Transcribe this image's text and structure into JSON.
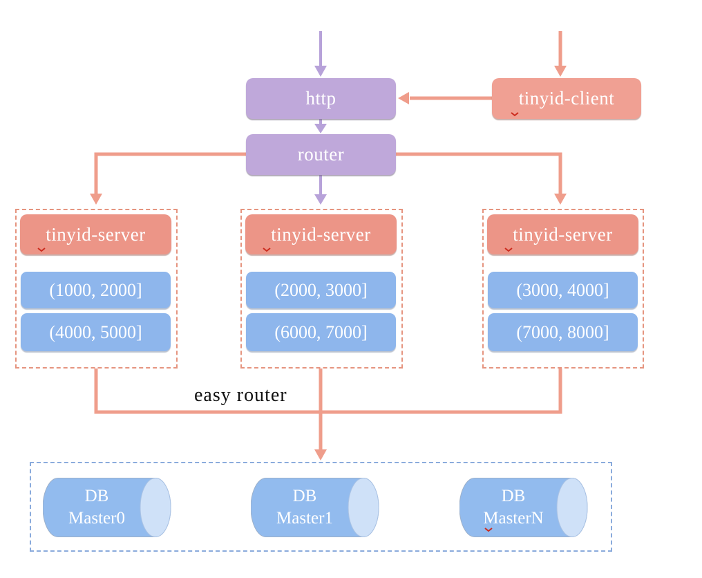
{
  "diagram": {
    "http": {
      "label": "http"
    },
    "router": {
      "label": "router"
    },
    "client": {
      "label": "tinyid-client"
    },
    "servers": [
      {
        "label": "tinyid-server",
        "ranges": [
          "(1000, 2000]",
          "(4000, 5000]"
        ]
      },
      {
        "label": "tinyid-server",
        "ranges": [
          "(2000, 3000]",
          "(6000, 7000]"
        ]
      },
      {
        "label": "tinyid-server",
        "ranges": [
          "(3000, 4000]",
          "(7000, 8000]"
        ]
      }
    ],
    "easy_router_label": "easy router",
    "databases": [
      {
        "line1": "DB",
        "line2": "Master0"
      },
      {
        "line1": "DB",
        "line2": "Master1"
      },
      {
        "line1": "DB",
        "line2": "MasterN"
      }
    ]
  },
  "colors": {
    "purple_node": "#bfa8da",
    "salmon_client": "#f0a093",
    "salmon_server": "#ec9587",
    "blue_range": "#8eb6ec",
    "cylinder_body": "#92bbee",
    "cylinder_cap": "#cfe1f8",
    "salmon_line": "#ef9d8b",
    "purple_line": "#b7a2d9",
    "server_container_border": "#e5947f",
    "db_container_border": "#8aabdc",
    "easy_router_text": "#111111",
    "spellcheck_mark": "#cc2b1e"
  }
}
